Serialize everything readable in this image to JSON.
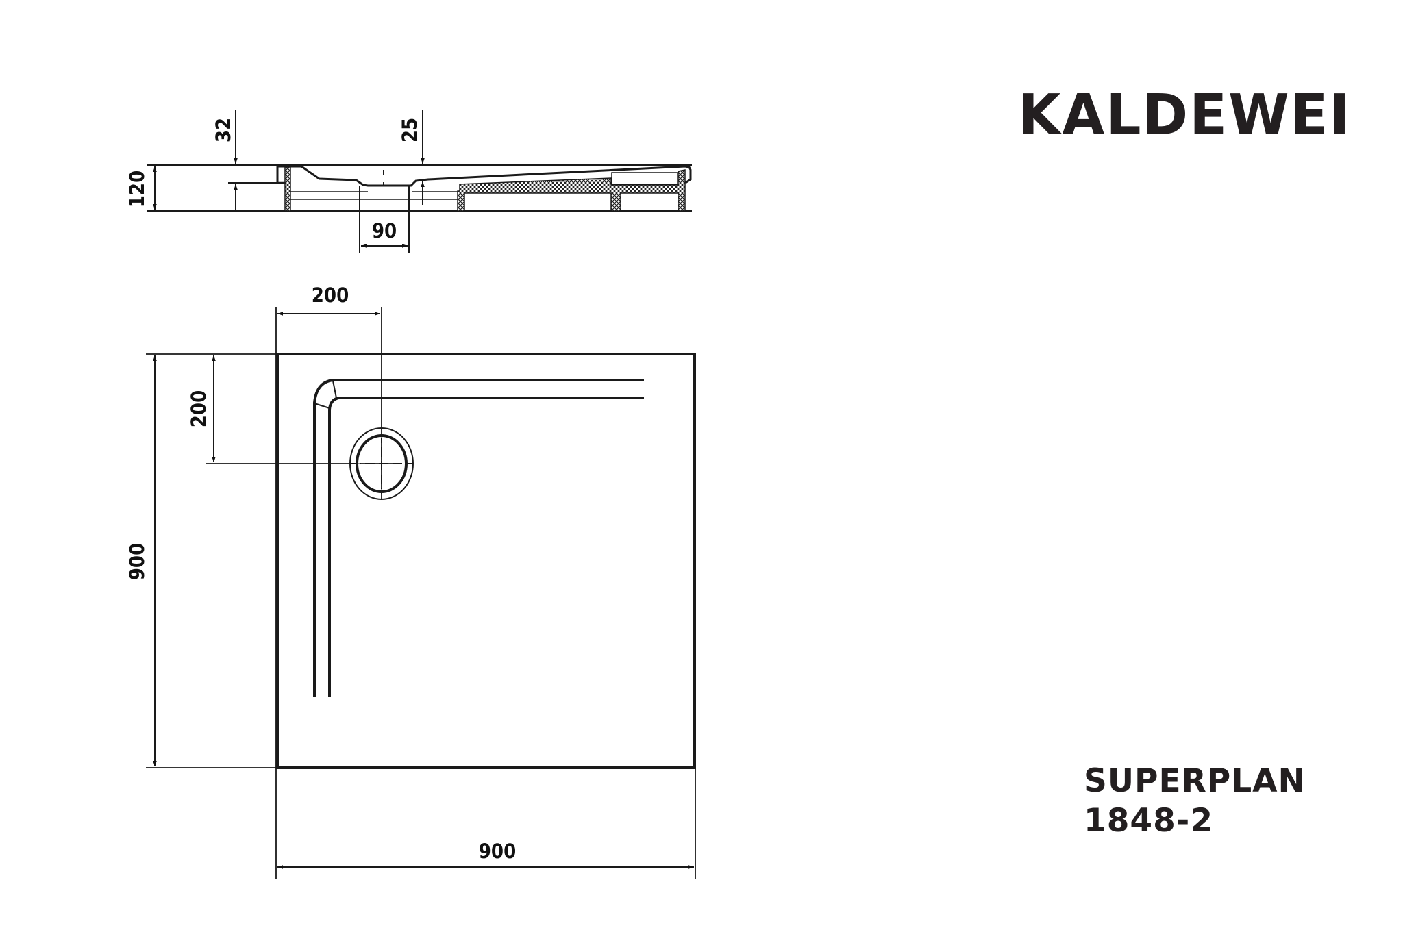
{
  "brand": {
    "name": "KALDEWEI"
  },
  "product": {
    "name": "SUPERPLAN",
    "model": "1848-2"
  },
  "colors": {
    "line": "#1a1a1a",
    "text": "#231f20",
    "background": "#ffffff"
  },
  "section_view": {
    "dimensions": {
      "total_height": "120",
      "rim_to_floor": "32",
      "drain_depth": "25",
      "drain_width": "90"
    }
  },
  "plan_view": {
    "dimensions": {
      "width": "900",
      "depth": "900",
      "drain_offset_x": "200",
      "drain_offset_y": "200"
    }
  }
}
